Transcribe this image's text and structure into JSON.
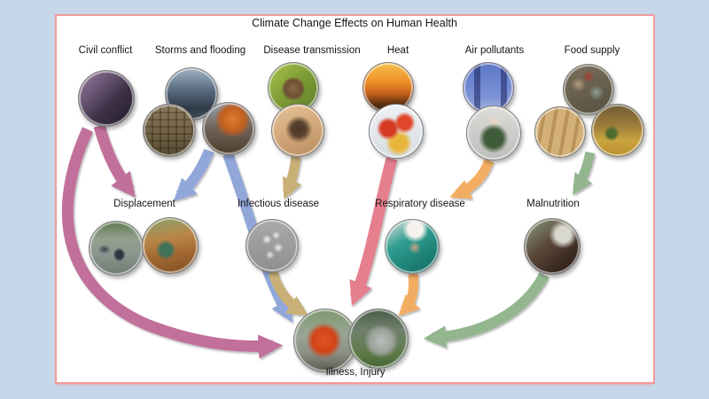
{
  "title": "Climate Change Effects on Human Health",
  "colors": {
    "background": "#c6d7e9",
    "panel_background": "#ffffff",
    "panel_border": "#f09b9b",
    "text": "#151515"
  },
  "causes": [
    {
      "label": "Civil conflict",
      "photos": [
        "conflict-crowd-photo"
      ]
    },
    {
      "label": "Storms and flooding",
      "photos": [
        "storm-clouds-photo",
        "flooded-houses-aerial-photo",
        "excavator-rubble-photo"
      ]
    },
    {
      "label": "Disease transmission",
      "photos": [
        "tick-photo",
        "mosquito-photo"
      ]
    },
    {
      "label": "Heat",
      "photos": [
        "city-sunset-heat-photo",
        "heat-map-photo"
      ]
    },
    {
      "label": "Air pollutants",
      "photos": [
        "smokestacks-photo",
        "cyclist-mask-photo"
      ]
    },
    {
      "label": "Food supply",
      "photos": [
        "fish-catch-photo",
        "grain-sacks-photo",
        "harvest-field-photo"
      ]
    }
  ],
  "intermediates": [
    {
      "label": "Displacement",
      "photos": [
        "flood-wading-photo",
        "destroyed-house-photo"
      ]
    },
    {
      "label": "Infectious disease",
      "photos": [
        "bacteria-micrograph-photo"
      ]
    },
    {
      "label": "Respiratory disease",
      "photos": [
        "surgeon-photo"
      ]
    },
    {
      "label": "Malnutrition",
      "photos": [
        "mother-child-photo"
      ]
    }
  ],
  "outcome": {
    "label": "Illness, Injury",
    "photos": [
      "ambulance-photo",
      "gravestone-photo"
    ]
  },
  "arrows": [
    {
      "from": "Civil conflict",
      "to": "Displacement",
      "color": "#c1709b"
    },
    {
      "from": "Civil conflict",
      "to": "Illness, Injury",
      "color": "#c1709b"
    },
    {
      "from": "Storms and flooding",
      "to": "Displacement",
      "color": "#91a7da"
    },
    {
      "from": "Storms and flooding",
      "to": "Illness, Injury",
      "color": "#91a7da"
    },
    {
      "from": "Disease transmission",
      "to": "Infectious disease",
      "color": "#c9b076"
    },
    {
      "from": "Infectious disease",
      "to": "Illness, Injury",
      "color": "#c9b076"
    },
    {
      "from": "Heat",
      "to": "Illness, Injury",
      "color": "#e57f8e"
    },
    {
      "from": "Air pollutants",
      "to": "Respiratory disease",
      "color": "#f3ad64"
    },
    {
      "from": "Respiratory disease",
      "to": "Illness, Injury",
      "color": "#f3ad64"
    },
    {
      "from": "Food supply",
      "to": "Malnutrition",
      "color": "#93b68f"
    },
    {
      "from": "Malnutrition",
      "to": "Illness, Injury",
      "color": "#93b68f"
    }
  ]
}
